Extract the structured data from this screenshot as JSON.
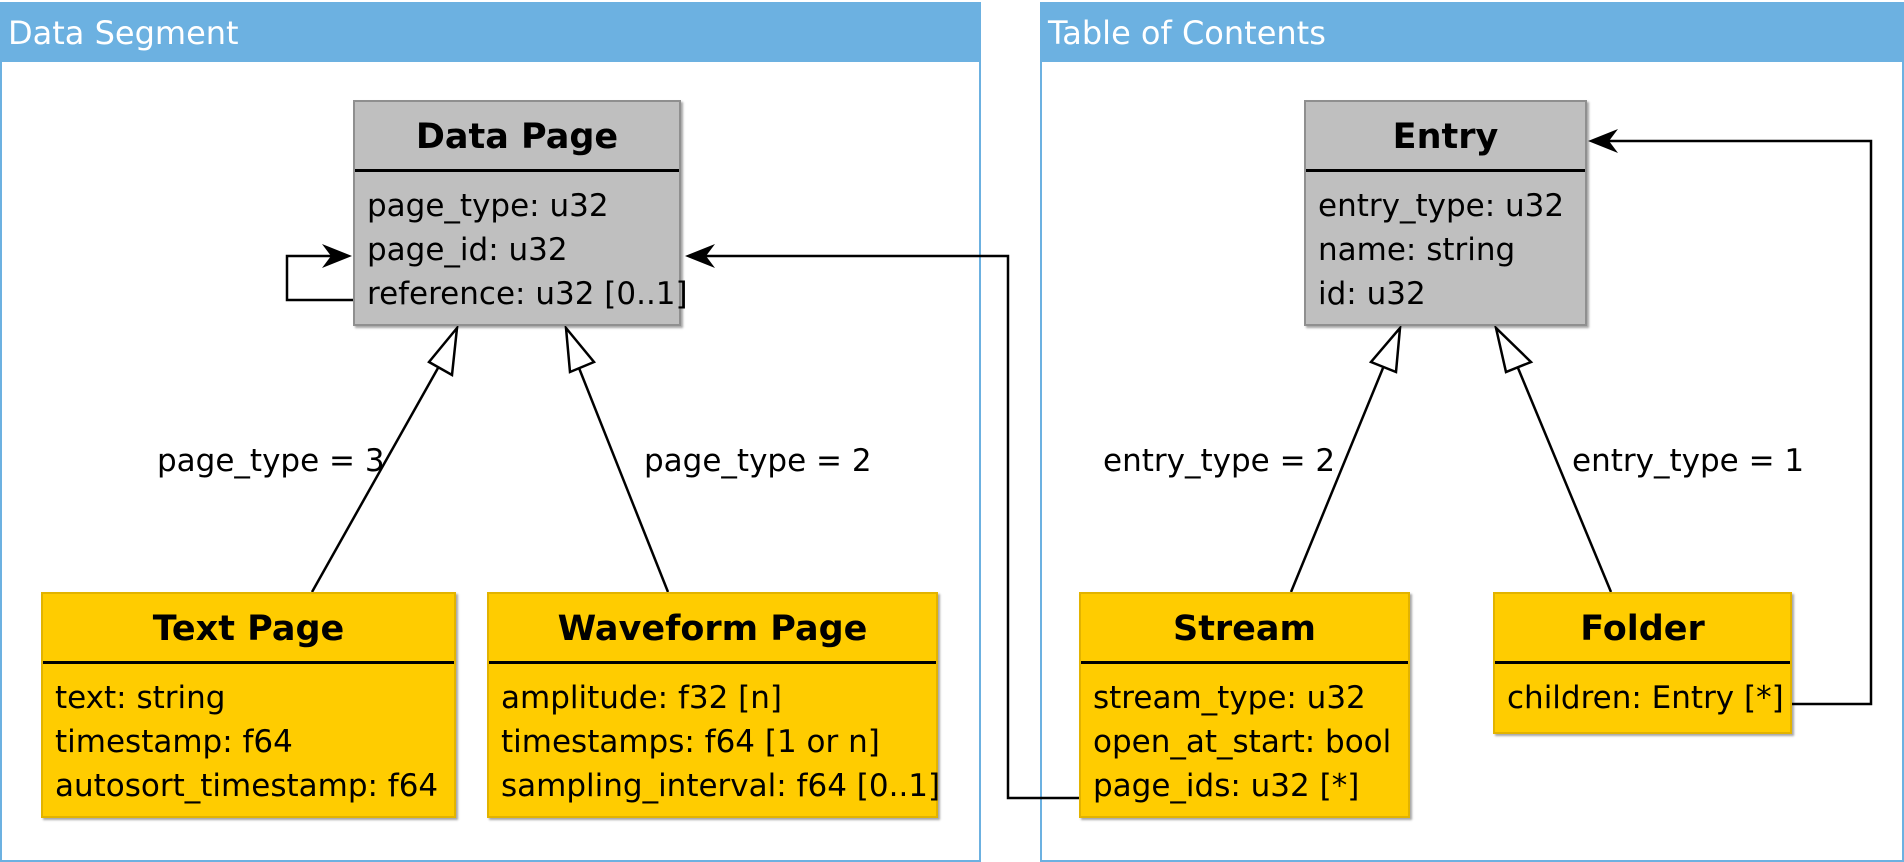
{
  "panels": {
    "data_segment": {
      "title": "Data Segment"
    },
    "table_of_contents": {
      "title": "Table of Contents"
    }
  },
  "classes": {
    "data_page": {
      "name": "Data Page",
      "attrs": [
        "page_type: u32",
        "page_id: u32",
        "reference: u32 [0..1]"
      ]
    },
    "text_page": {
      "name": "Text Page",
      "attrs": [
        "text: string",
        "timestamp: f64",
        "autosort_timestamp: f64"
      ]
    },
    "waveform_page": {
      "name": "Waveform Page",
      "attrs": [
        "amplitude: f32 [n]",
        "timestamps: f64 [1 or n]",
        "sampling_interval: f64 [0..1]"
      ]
    },
    "entry": {
      "name": "Entry",
      "attrs": [
        "entry_type: u32",
        "name: string",
        "id: u32"
      ]
    },
    "stream": {
      "name": "Stream",
      "attrs": [
        "stream_type: u32",
        "open_at_start: bool",
        "page_ids: u32 [*]"
      ]
    },
    "folder": {
      "name": "Folder",
      "attrs": [
        "children: Entry [*]"
      ]
    }
  },
  "labels": {
    "text_page_cond": "page_type = 3",
    "waveform_page_cond": "page_type = 2",
    "stream_cond": "entry_type = 2",
    "folder_cond": "entry_type = 1"
  },
  "colors": {
    "panel_header": "#6cb1e1",
    "base_class": "#bfbfbf",
    "sub_class": "#ffcc00"
  }
}
